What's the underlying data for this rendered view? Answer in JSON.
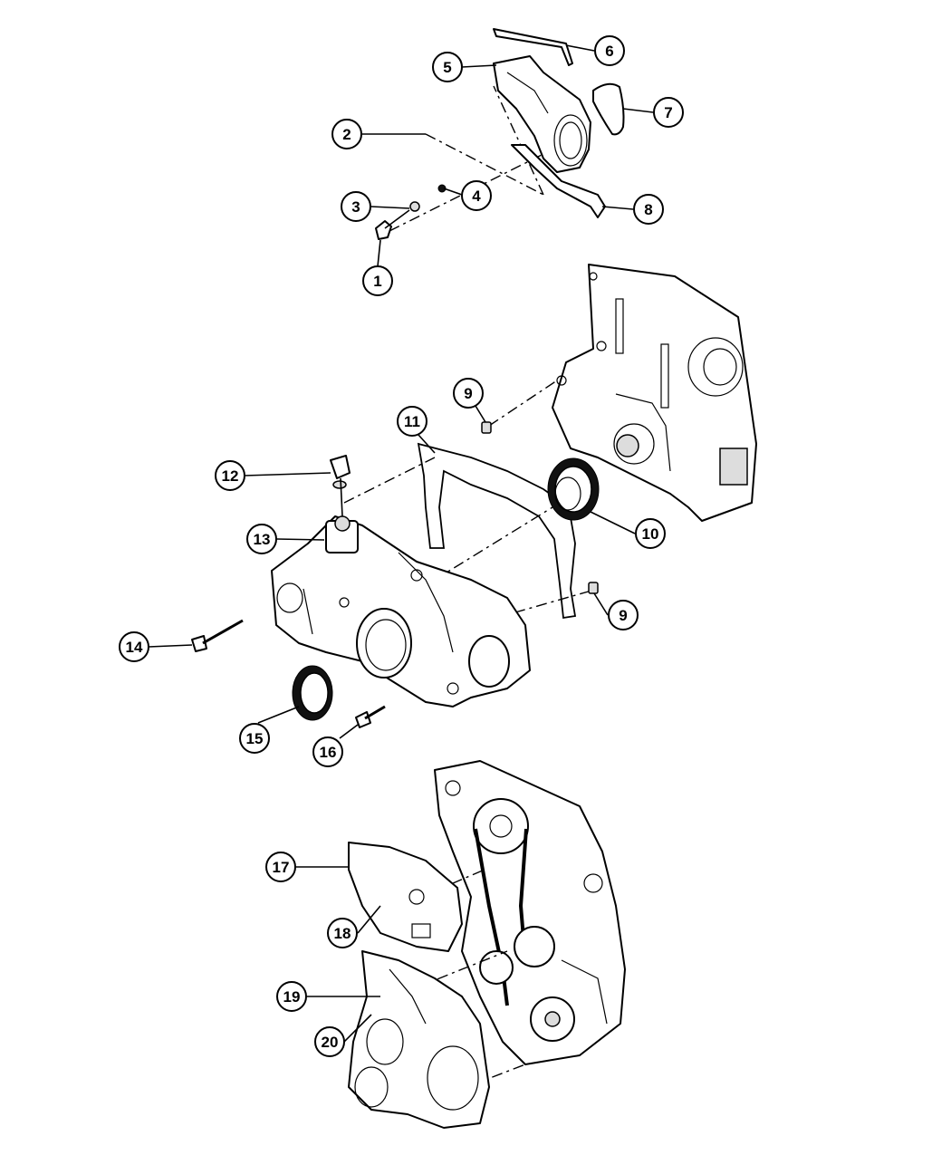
{
  "callouts": [
    {
      "id": "c1",
      "label": "1"
    },
    {
      "id": "c2",
      "label": "2"
    },
    {
      "id": "c3",
      "label": "3"
    },
    {
      "id": "c4",
      "label": "4"
    },
    {
      "id": "c5",
      "label": "5"
    },
    {
      "id": "c6",
      "label": "6"
    },
    {
      "id": "c7",
      "label": "7"
    },
    {
      "id": "c8",
      "label": "8"
    },
    {
      "id": "c9a",
      "label": "9"
    },
    {
      "id": "c9b",
      "label": "9"
    },
    {
      "id": "c10",
      "label": "10"
    },
    {
      "id": "c11",
      "label": "11"
    },
    {
      "id": "c12",
      "label": "12"
    },
    {
      "id": "c13",
      "label": "13"
    },
    {
      "id": "c14",
      "label": "14"
    },
    {
      "id": "c15",
      "label": "15"
    },
    {
      "id": "c16",
      "label": "16"
    },
    {
      "id": "c17",
      "label": "17"
    },
    {
      "id": "c18",
      "label": "18"
    },
    {
      "id": "c19",
      "label": "19"
    },
    {
      "id": "c20",
      "label": "20"
    }
  ]
}
